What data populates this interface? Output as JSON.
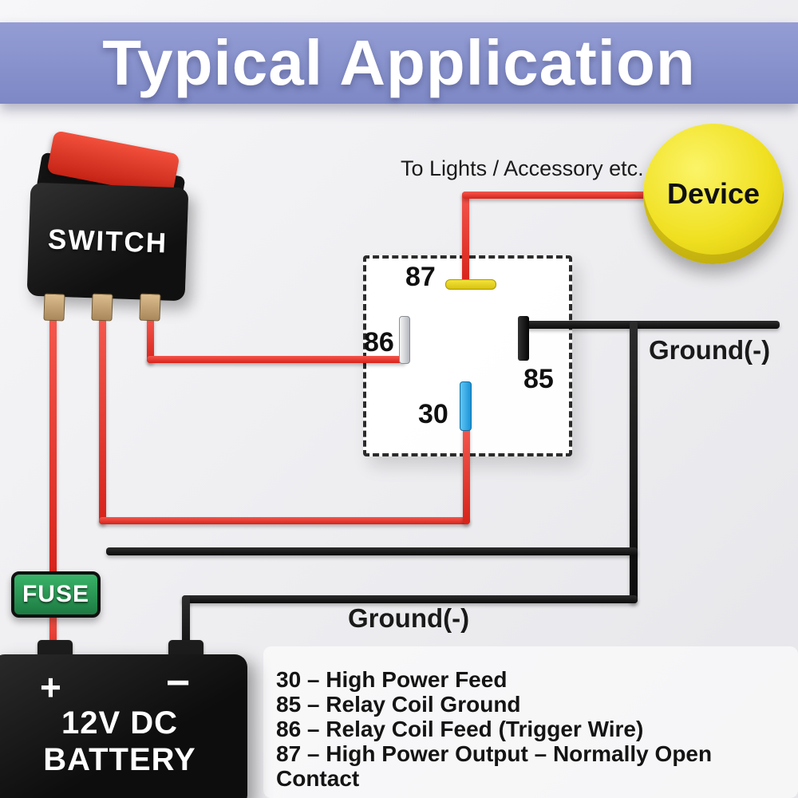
{
  "header": {
    "title": "Typical Application",
    "bg_color": "#8790c9",
    "text_color": "#ffffff"
  },
  "components": {
    "switch": {
      "label": "SWITCH",
      "cap_color": "#d7382a",
      "body_color": "#1a1a1a"
    },
    "device": {
      "label": "Device",
      "color": "#f0e021"
    },
    "fuse": {
      "label": "FUSE",
      "color": "#2da25b"
    },
    "battery": {
      "plus": "+",
      "minus": "−",
      "line1": "12V DC",
      "line2": "BATTERY"
    },
    "relay": {
      "terminals": [
        {
          "id": "87",
          "color": "#e5d31d"
        },
        {
          "id": "86",
          "color": "#c9ccd1"
        },
        {
          "id": "30",
          "color": "#2aa0de"
        },
        {
          "id": "85",
          "color": "#111111"
        }
      ]
    }
  },
  "annotations": {
    "to_lights": "To Lights / Accessory etc.",
    "ground_right": "Ground(-)",
    "ground_bottom": "Ground(-)"
  },
  "legend": {
    "items": [
      "30 – High Power Feed",
      "85 – Relay Coil Ground",
      "86 – Relay Coil Feed (Trigger Wire)",
      "87 – High Power Output – Normally Open Contact"
    ]
  },
  "wire_colors": {
    "power": "#e02a1e",
    "ground": "#141414"
  }
}
